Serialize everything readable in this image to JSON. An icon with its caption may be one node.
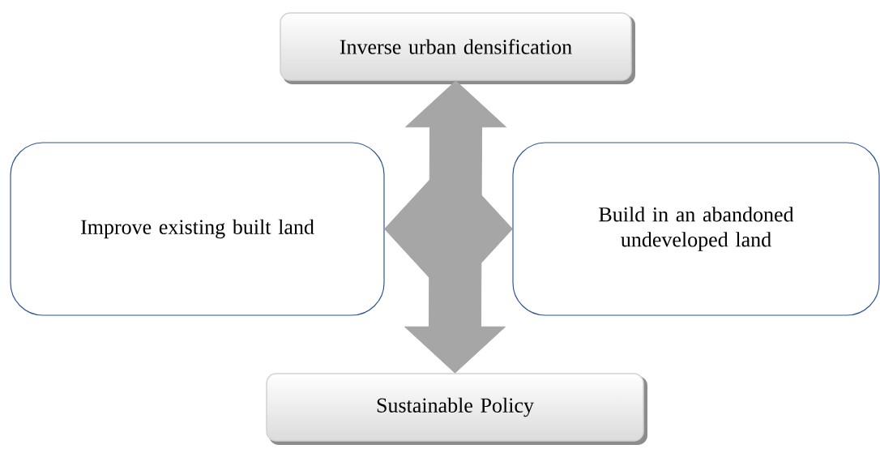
{
  "diagram": {
    "nodes": [
      {
        "text": [
          "Inverse urban densification"
        ]
      },
      {
        "text": [
          "Improve existing built land"
        ]
      },
      {
        "text": [
          "Build in an abandoned undeveloped land"
        ]
      },
      {
        "text": [
          "Sustainable Policy"
        ]
      }
    ],
    "edges": [
      {
        "from": 0,
        "to": 3,
        "arrow": "both"
      },
      {
        "from": 1,
        "to": 2,
        "arrow": "both"
      }
    ]
  }
}
